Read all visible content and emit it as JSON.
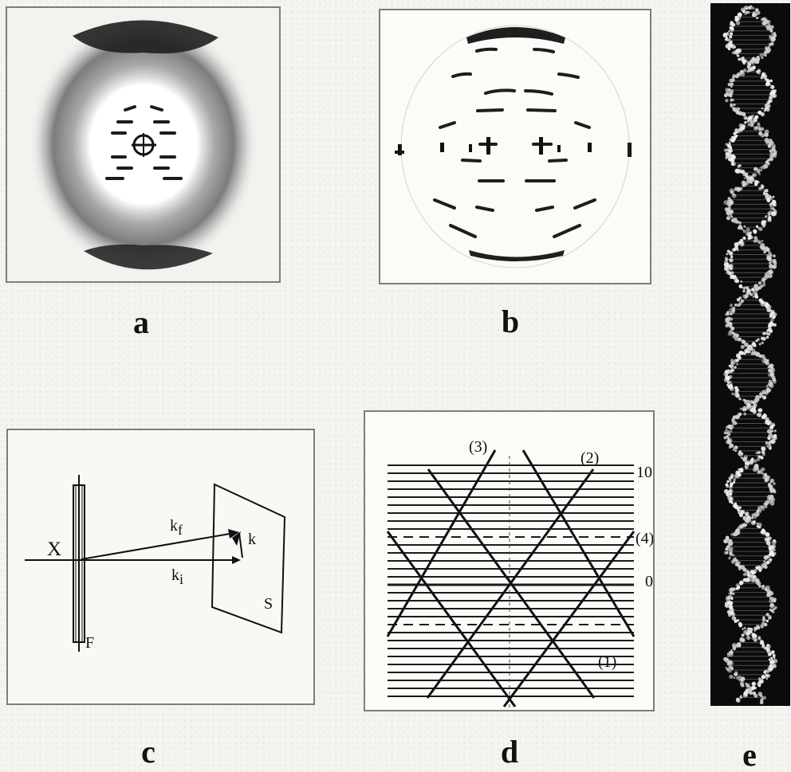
{
  "panels": {
    "a": {
      "label": "a"
    },
    "b": {
      "label": "b"
    },
    "c": {
      "label": "c",
      "x_label": "X",
      "f_label": "F",
      "s_label": "S",
      "k_label": "k",
      "kf_main": "k",
      "kf_sub": "f",
      "ki_main": "k",
      "ki_sub": "i"
    },
    "d": {
      "label": "d",
      "line_labels": [
        "(3)",
        "(2)",
        "10",
        "(4)",
        "0",
        "(1)"
      ]
    },
    "e": {
      "label": "e"
    }
  }
}
